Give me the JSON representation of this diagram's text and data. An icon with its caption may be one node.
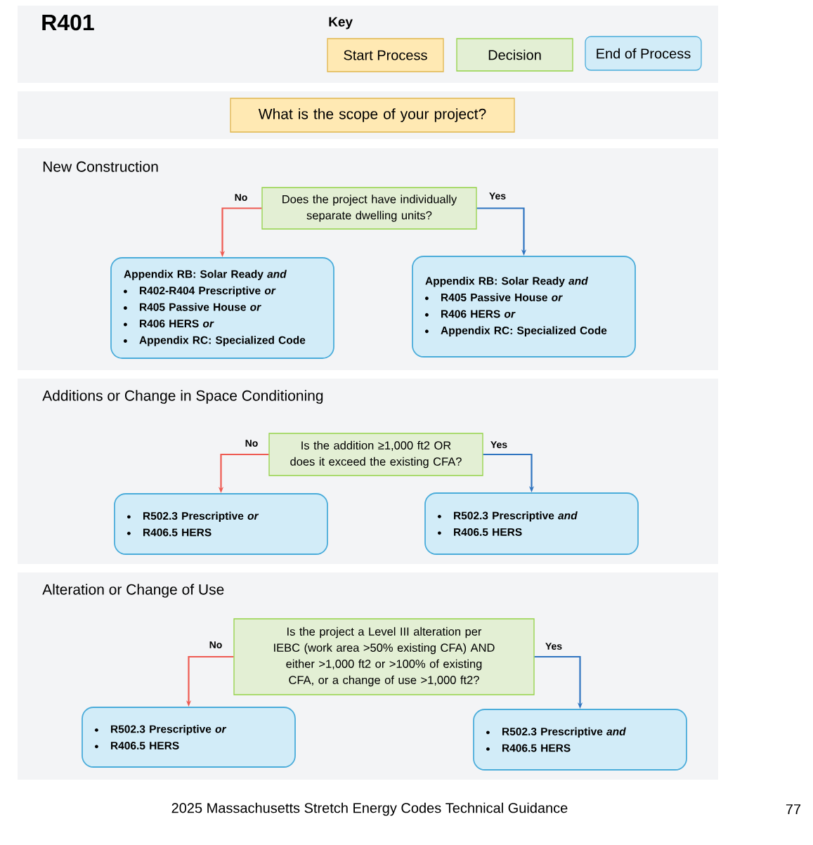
{
  "diagram": {
    "title": "R401",
    "caption": "2025 Massachusetts Stretch Energy Codes Technical Guidance",
    "nodes": [
      {
        "text": [
          "What is the scope of your project?"
        ]
      },
      {
        "text": [
          "New Construction"
        ]
      },
      {
        "text": [
          "Does the project have individually separate dwelling units?"
        ],
        "in": 1
      },
      {
        "text": [
          "Appendix RB: Solar Ready *and*",
          "R402-R404 Prescriptive *or*",
          "R405 Passive House *or*",
          "R406 HERS *or*",
          "Appendix RC: Specialized Code"
        ],
        "in": 1
      },
      {
        "text": [
          "Appendix RB: Solar Ready *and*",
          "R405 Passive House *or*",
          "R406 HERS *or*",
          "Appendix RC: Specialized Code"
        ],
        "in": 1
      },
      {
        "text": [
          "Additions or Change in Space Conditioning"
        ]
      },
      {
        "text": [
          "Is the addition ≥1,000 ft2 OR does it exceed the existing CFA?"
        ],
        "in": 5
      },
      {
        "text": [
          "R502.3 Prescriptive *or*",
          "R406.5 HERS"
        ],
        "in": 5
      },
      {
        "text": [
          "R502.3 Prescriptive *and*",
          "R406.5 HERS"
        ],
        "in": 5
      },
      {
        "text": [
          "Alteration or Change of Use"
        ]
      },
      {
        "text": [
          "Is the project a Level III alteration per IEBC (work area >50% existing CFA) AND either >1,000 ft2 or >100% of existing CFA, or a change of use >1,000 ft2?"
        ],
        "in": 9
      },
      {
        "text": [
          "R502.3 Prescriptive *or*",
          "R406.5 HERS"
        ],
        "in": 9
      },
      {
        "text": [
          "R502.3 Prescriptive *and*",
          "R406.5 HERS"
        ],
        "in": 9
      }
    ],
    "edges": [
      {
        "from": 2,
        "to": 3,
        "arrow": "to",
        "label": "No",
        "color": "#ee5a52"
      },
      {
        "from": 2,
        "to": 4,
        "arrow": "to",
        "label": "Yes",
        "color": "#2f74c0"
      },
      {
        "from": 6,
        "to": 7,
        "arrow": "to",
        "label": "No",
        "color": "#ee5a52"
      },
      {
        "from": 6,
        "to": 8,
        "arrow": "to",
        "label": "Yes",
        "color": "#2f74c0"
      },
      {
        "from": 10,
        "to": 11,
        "arrow": "to",
        "label": "No",
        "color": "#ee5a52"
      },
      {
        "from": 10,
        "to": 12,
        "arrow": "to",
        "label": "Yes",
        "color": "#2f74c0"
      }
    ],
    "labels": [
      "Key",
      "77"
    ],
    "legend": [
      {
        "text": "Start Process",
        "color": "#ffe9b3"
      },
      {
        "text": "Decision",
        "color": "#e3efd4"
      },
      {
        "text": "End of Process",
        "color": "#d2ecf8"
      }
    ]
  }
}
